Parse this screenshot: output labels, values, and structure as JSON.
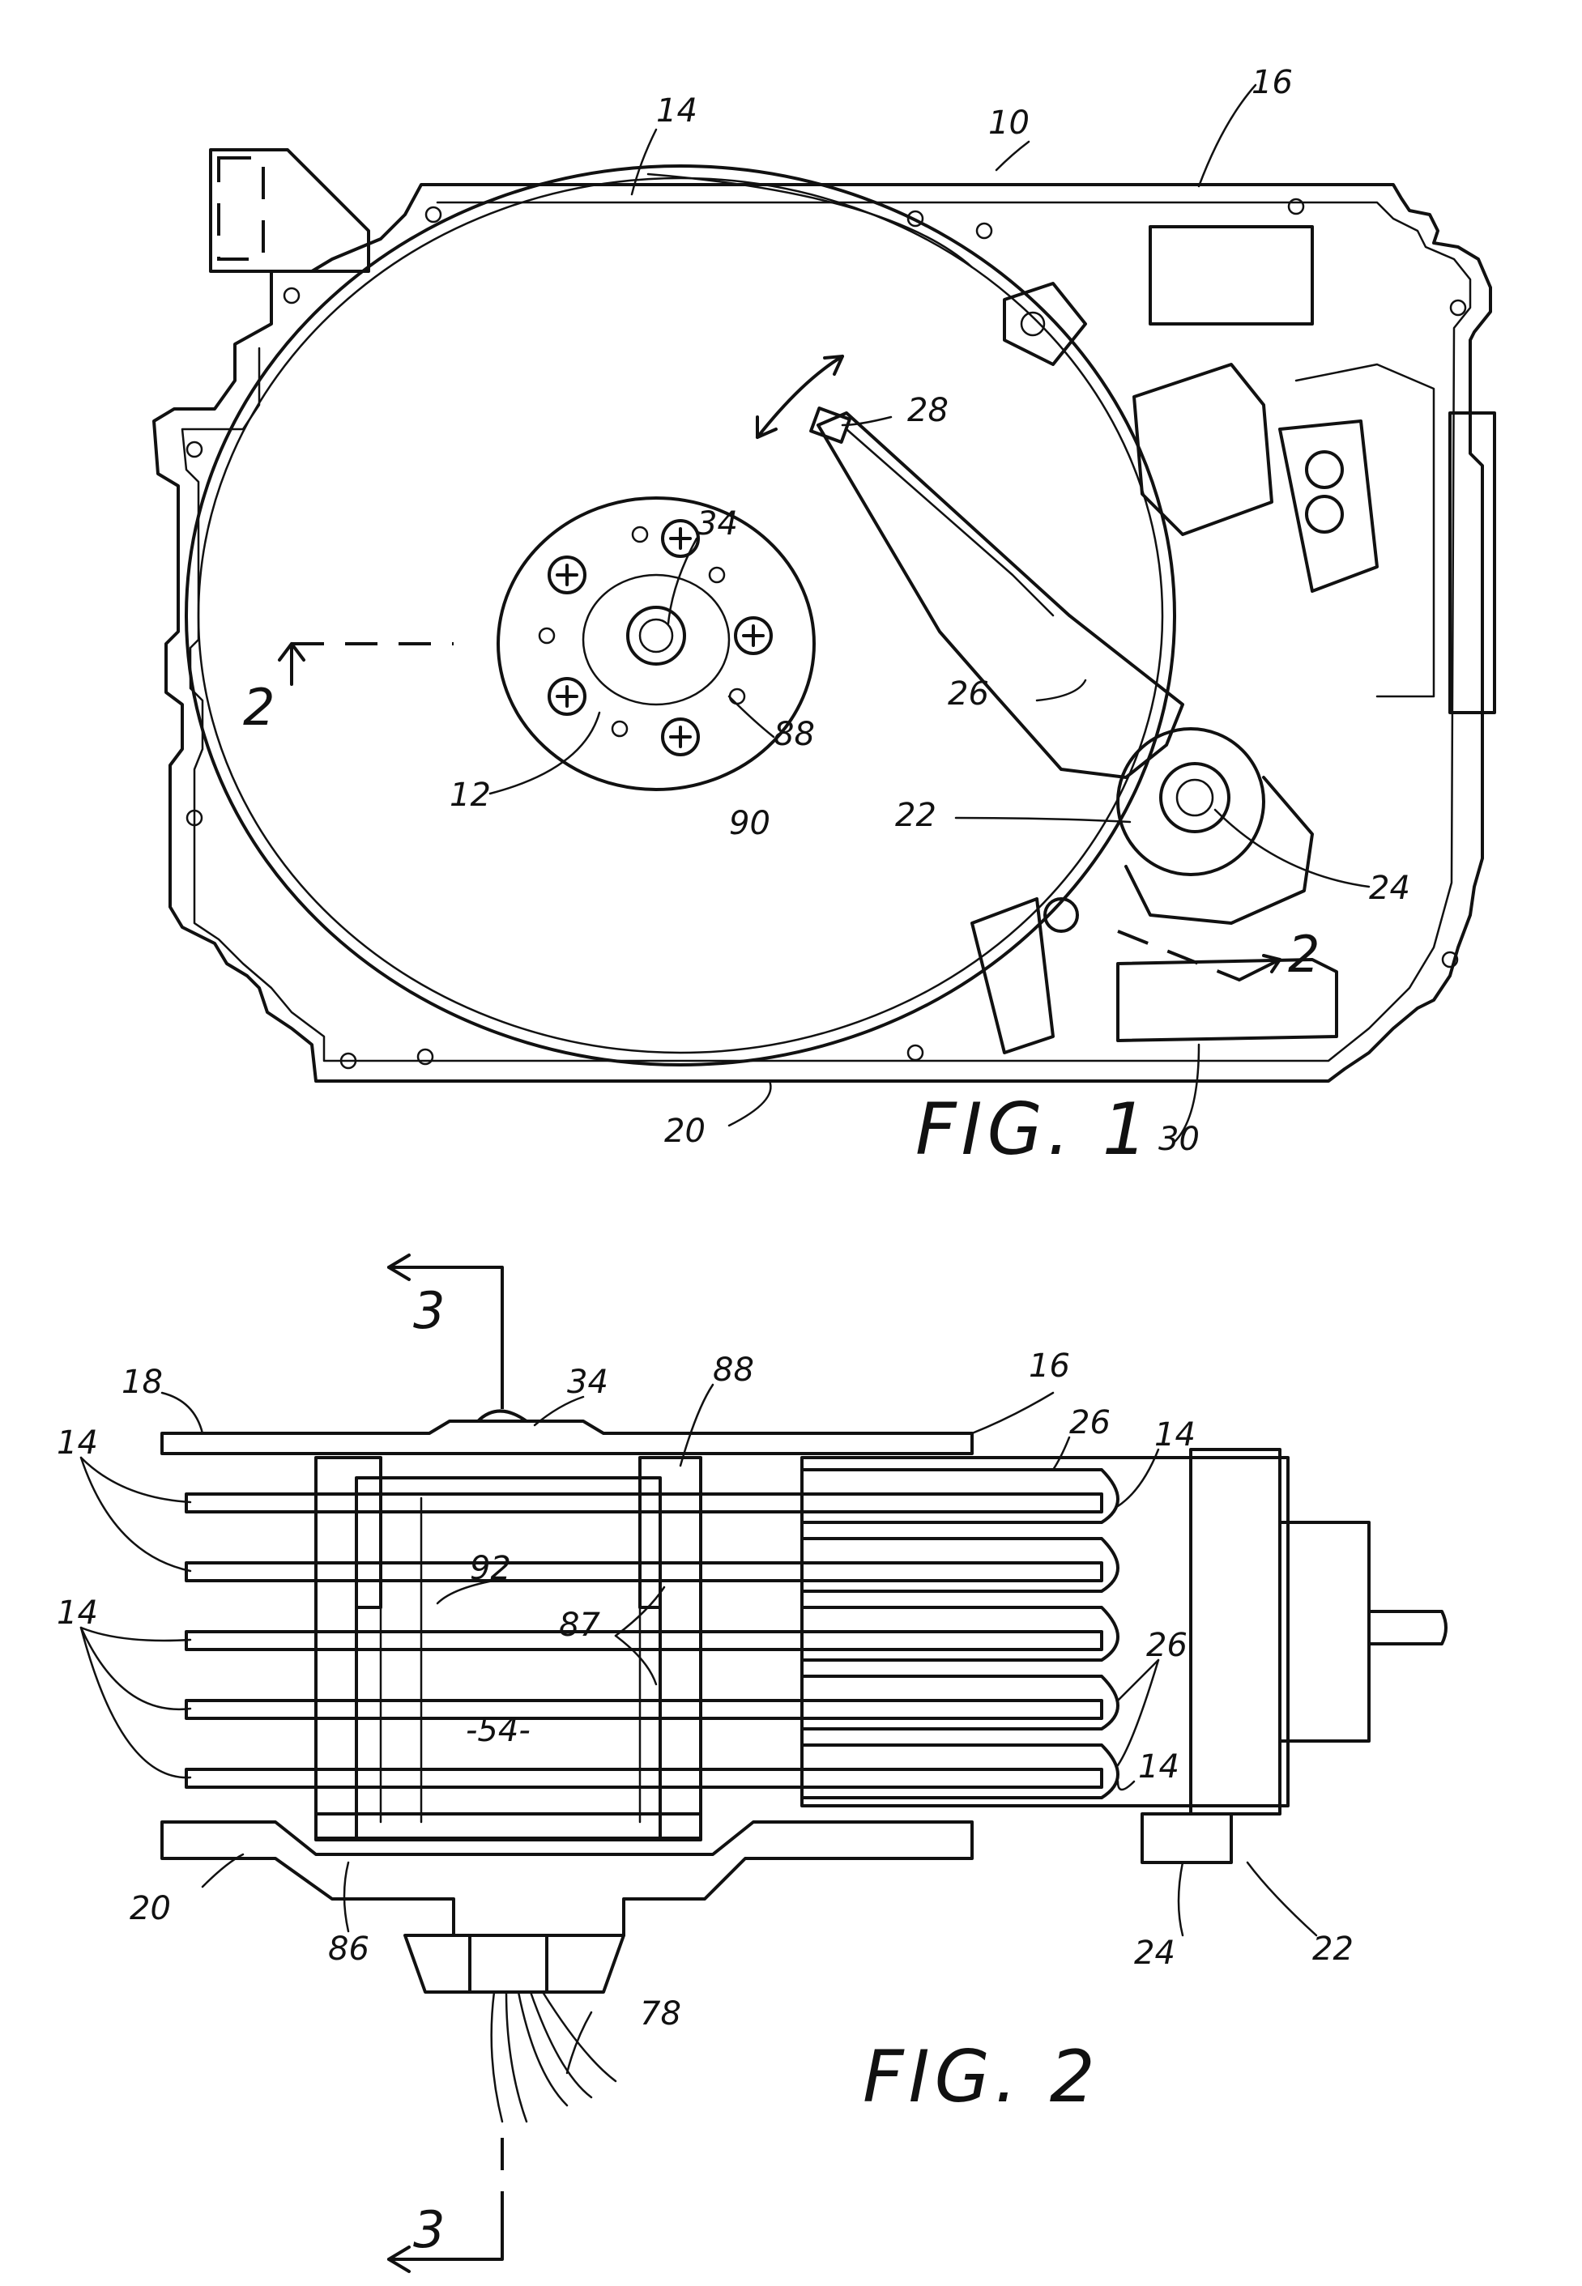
{
  "figure1": {
    "caption": "FIG. 1",
    "labels": {
      "l10": "10",
      "l14": "14",
      "l16": "16",
      "l28": "28",
      "l34": "34",
      "l2a": "2",
      "l26": "26",
      "l88": "88",
      "l12": "12",
      "l90": "90",
      "l22": "22",
      "l24": "24",
      "l2b": "2",
      "l20": "20",
      "l30": "30"
    }
  },
  "figure2": {
    "caption": "FIG. 2",
    "labels": {
      "l3top": "3",
      "l18": "18",
      "l34": "34",
      "l88": "88",
      "l16": "16",
      "l26a": "26",
      "l14a": "14",
      "l14left1": "14",
      "l92": "92",
      "l14left2": "14",
      "l87": "87",
      "l26b": "26",
      "l54": "-54-",
      "l14b": "14",
      "l20": "20",
      "l86": "86",
      "l78": "78",
      "l24": "24",
      "l22": "22",
      "l3bot": "3"
    }
  }
}
